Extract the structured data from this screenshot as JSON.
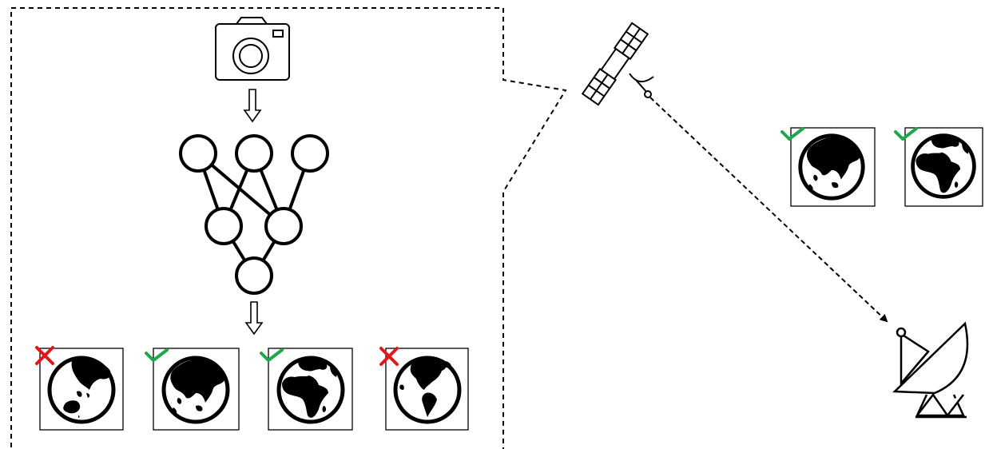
{
  "colors": {
    "accepted": "#1fa84b",
    "rejected": "#e3171b",
    "ink": "#000000",
    "background": "#ffffff"
  },
  "onboard_pipeline": {
    "camera_icon": "camera-icon",
    "model_icon": "neural-network-icon",
    "arrow_icon": "down-arrow-icon",
    "tiles": [
      {
        "region": "australia-asia",
        "status": "rejected",
        "mark_icon": "cross-icon"
      },
      {
        "region": "asia",
        "status": "accepted",
        "mark_icon": "check-icon"
      },
      {
        "region": "africa-europe",
        "status": "accepted",
        "mark_icon": "check-icon"
      },
      {
        "region": "americas",
        "status": "rejected",
        "mark_icon": "cross-icon"
      }
    ]
  },
  "satellite": {
    "icon": "satellite-icon"
  },
  "downlink": {
    "style": "dashed-arrow",
    "tiles": [
      {
        "region": "asia",
        "status": "accepted",
        "mark_icon": "check-icon"
      },
      {
        "region": "africa-europe",
        "status": "accepted",
        "mark_icon": "check-icon"
      }
    ]
  },
  "ground_station": {
    "icon": "ground-station-dish-icon"
  }
}
